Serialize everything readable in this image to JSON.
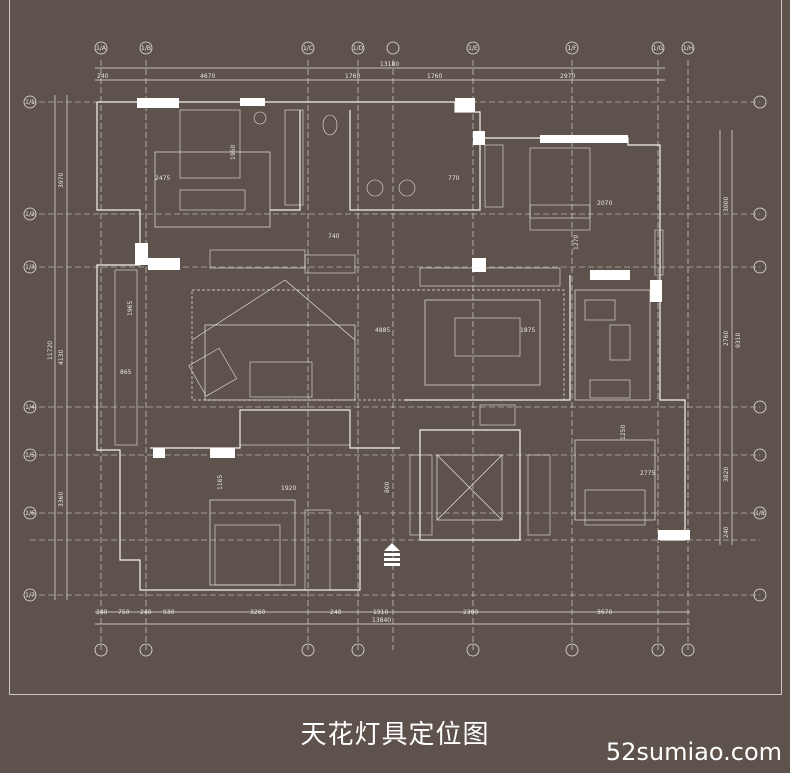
{
  "caption": "天花灯具定位图",
  "watermark": "52sumiao.com",
  "top_dims": {
    "total": "13180",
    "segments": [
      "240",
      "4670",
      "1760",
      "1760",
      "2970"
    ]
  },
  "bottom_dims": {
    "total": "13840",
    "segments": [
      "240",
      "750",
      "240",
      "930",
      "3260",
      "240",
      "1910",
      "2300",
      "3670"
    ]
  },
  "left_dims": [
    "3970",
    "11720",
    "4130",
    "1965",
    "865",
    "3360"
  ],
  "right_dims": [
    "3000",
    "9310",
    "2760",
    "3820",
    "240"
  ],
  "room_dims": [
    "2475",
    "1950",
    "2070",
    "740",
    "4885",
    "1875",
    "1920",
    "1165",
    "2775",
    "1250",
    "800",
    "770",
    "1270"
  ],
  "axis_labels": {
    "top": [
      "1/A",
      "1/B",
      "1/C",
      "1/D",
      "1/E",
      "1/F",
      "1/G",
      "1/H"
    ],
    "side": [
      "1/1",
      "1/2",
      "1/3",
      "1/4",
      "1/5",
      "1/6",
      "1/7",
      "1/8"
    ]
  },
  "colors": {
    "background": "#5e524c",
    "line": "#e8e4e0",
    "wall_fill": "#ffffff"
  }
}
